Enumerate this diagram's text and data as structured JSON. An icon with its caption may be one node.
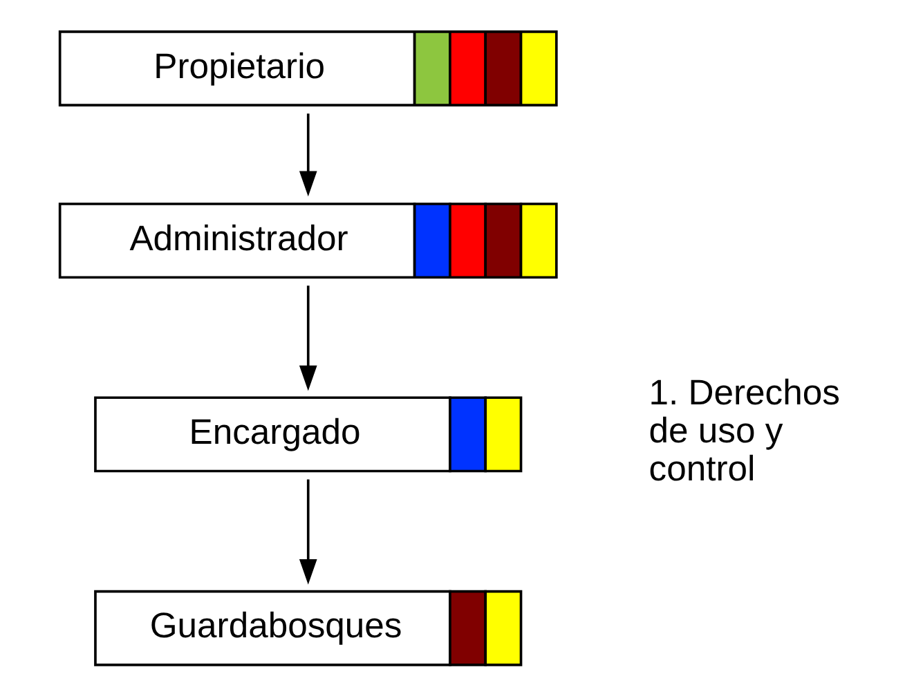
{
  "diagram": {
    "nodes": [
      {
        "text": [
          "Propietario"
        ]
      },
      {
        "text": [
          "Administrador"
        ]
      },
      {
        "text": [
          "Encargado"
        ]
      },
      {
        "text": [
          "Guardabosques"
        ]
      }
    ],
    "edges": [
      {
        "from": 0,
        "to": 1,
        "arrow": "to"
      },
      {
        "from": 1,
        "to": 2,
        "arrow": "to"
      },
      {
        "from": 2,
        "to": 3,
        "arrow": "to"
      }
    ],
    "labels": [
      "1. Derechos de uso y control"
    ]
  }
}
